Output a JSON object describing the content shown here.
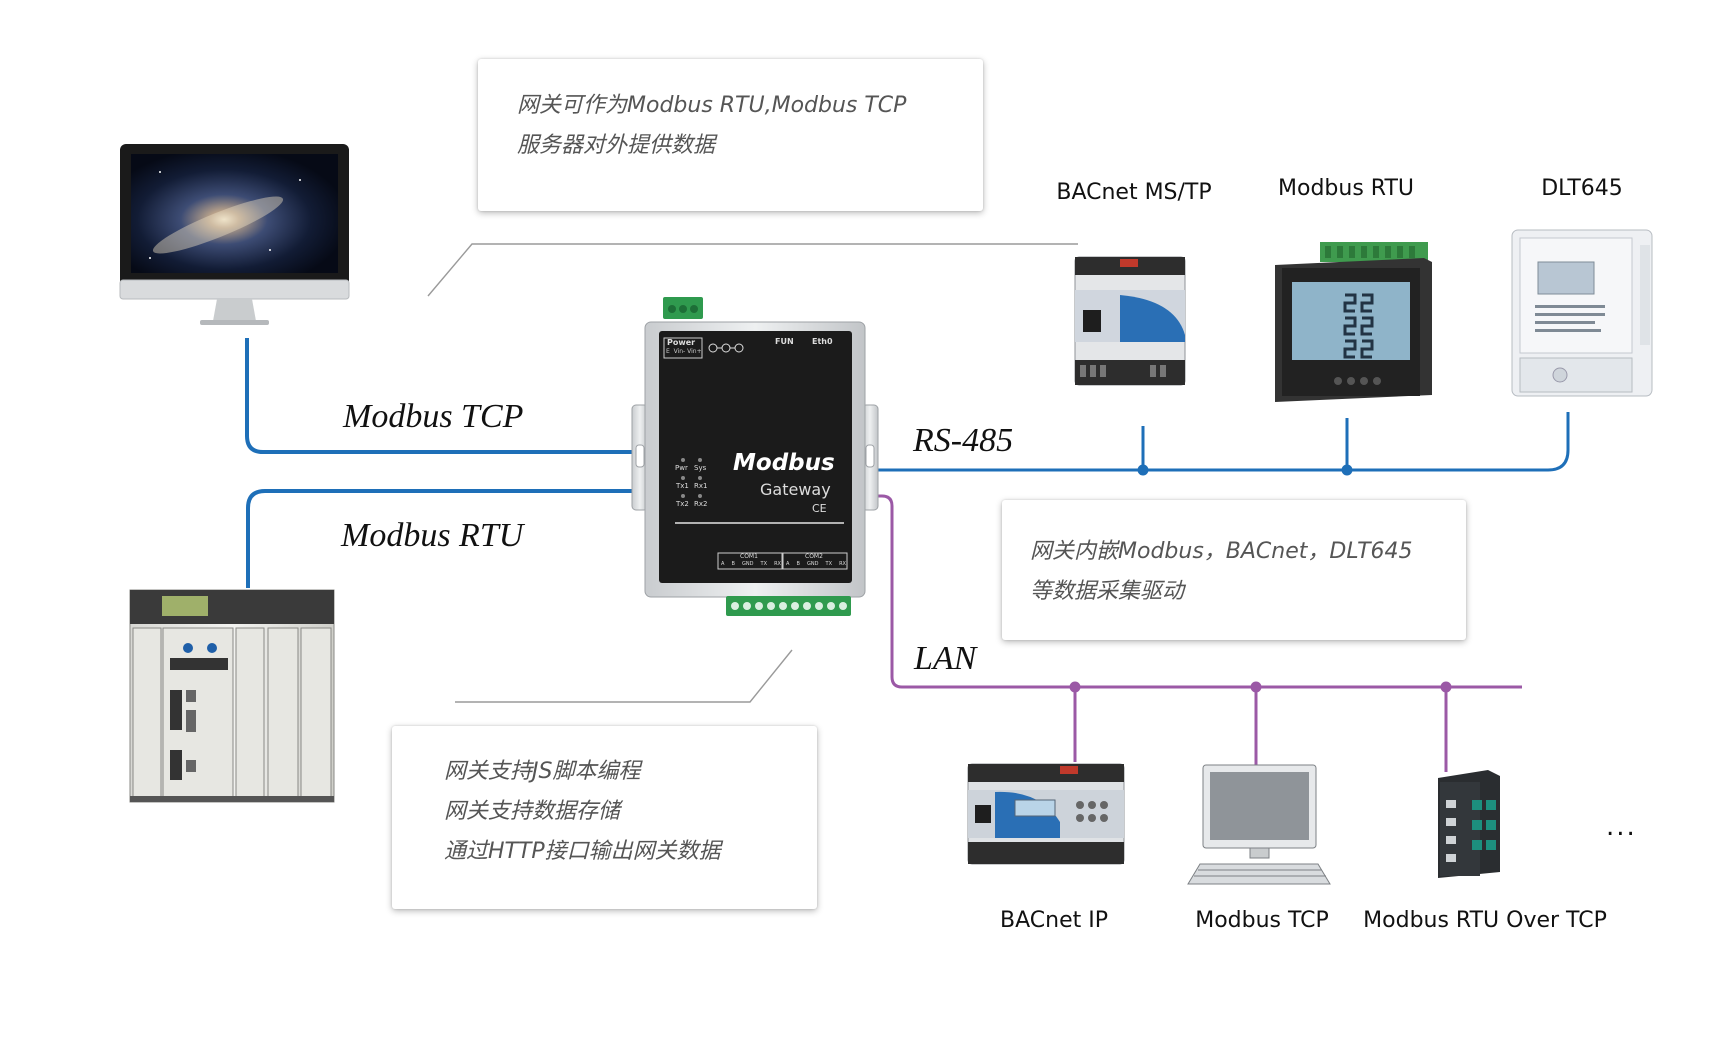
{
  "colors": {
    "modbus_line": "#1e6fb8",
    "rs485_line": "#1e6fb8",
    "lan_line": "#9b59a6",
    "gateway_body": "#1b1b1b",
    "terminal_green": "#2f9a4e"
  },
  "callouts": {
    "top": {
      "lines": [
        "网关可作为Modbus RTU,Modbus TCP",
        "服务器对外提供数据"
      ]
    },
    "right": {
      "lines": [
        "网关内嵌Modbus，BACnet，DLT645",
        "等数据采集驱动"
      ]
    },
    "bottom": {
      "lines": [
        "网关支持JS脚本编程",
        "网关支持数据存储",
        "通过HTTP接口输出网关数据"
      ]
    }
  },
  "protocols": {
    "modbus_tcp": "Modbus TCP",
    "modbus_rtu": "Modbus RTU",
    "rs485": "RS-485",
    "lan": "LAN"
  },
  "rs485_devices": [
    {
      "label": "BACnet MS/TP",
      "icon": "bacnet-controller-icon"
    },
    {
      "label": "Modbus RTU",
      "icon": "power-meter-icon"
    },
    {
      "label": "DLT645",
      "icon": "energy-meter-icon"
    }
  ],
  "lan_devices": [
    {
      "label": "BACnet IP",
      "icon": "bacnet-ip-controller-icon"
    },
    {
      "label": "Modbus TCP",
      "icon": "computer-terminal-icon"
    },
    {
      "label": "Modbus RTU Over TCP",
      "icon": "industrial-switch-icon"
    }
  ],
  "more": "...",
  "gateway": {
    "brand": "Modbus",
    "sub": "Gateway",
    "ce": "CE",
    "power": "Power",
    "power_pins": "E  Vin- Vin+",
    "fun": "FUN",
    "eth": "Eth0",
    "leds": [
      "Pwr",
      "Sys",
      "Tx1",
      "Rx1",
      "Tx2",
      "Rx2"
    ],
    "com1": "COM1",
    "com2": "COM2",
    "com_pins": [
      "A",
      "B",
      "GND",
      "TX",
      "RX"
    ]
  }
}
